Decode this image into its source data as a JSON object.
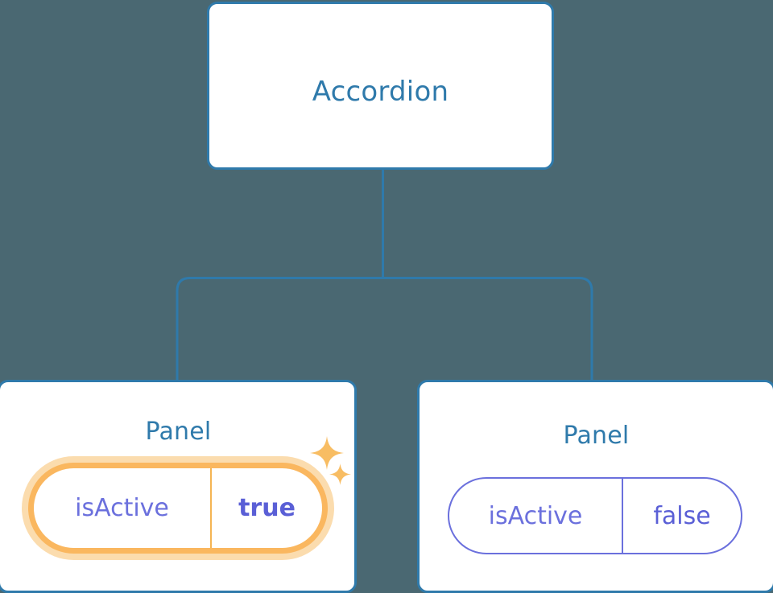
{
  "theme": {
    "background": "#4a6872",
    "card_fill": "#ffffff",
    "card_border": "#2f7aab",
    "title_color": "#2f7aab",
    "edge_color": "#2f7aab",
    "prop_key_color": "#6b70dd",
    "prop_value_color": "#5a5fd6",
    "highlight_ring": "#fab75f",
    "highlight_glow": "#fbdcae",
    "sparkle_color": "#f8bd63"
  },
  "tree": {
    "root": {
      "title": "Accordion"
    },
    "children": [
      {
        "title": "Panel",
        "highlighted": true,
        "prop": {
          "key": "isActive",
          "value": "true"
        },
        "sparkles": [
          "sparkle-large-icon",
          "sparkle-small-icon"
        ]
      },
      {
        "title": "Panel",
        "highlighted": false,
        "prop": {
          "key": "isActive",
          "value": "false"
        }
      }
    ]
  },
  "edges": {
    "trunk": "root-to-bus",
    "branches": [
      "bus-to-panel-left",
      "bus-to-panel-right"
    ]
  }
}
